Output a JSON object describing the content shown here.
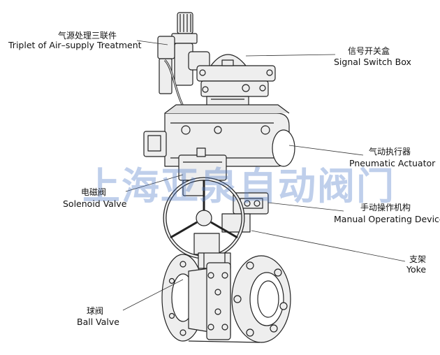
{
  "watermark": "上海亚泉自动阀门",
  "labels": {
    "triplet": {
      "zh": "气源处理三联件",
      "en": "Triplet of Air–supply Treatment"
    },
    "signal_box": {
      "zh": "信号开关盒",
      "en": "Signal Switch Box"
    },
    "actuator": {
      "zh": "气动执行器",
      "en": "Pneumatic Actuator"
    },
    "solenoid": {
      "zh": "电磁阀",
      "en": "Solenoid Valve"
    },
    "manual": {
      "zh": "手动操作机构",
      "en": "Manual Operating  Device"
    },
    "yoke": {
      "zh": "支架",
      "en": "Yoke"
    },
    "ball_valve": {
      "zh": "球阀",
      "en": "Ball Valve"
    }
  },
  "colors": {
    "line": "#222222",
    "fill": "#eeeeee",
    "dark": "#bdbdbd",
    "watermark": "#4a78c8"
  }
}
